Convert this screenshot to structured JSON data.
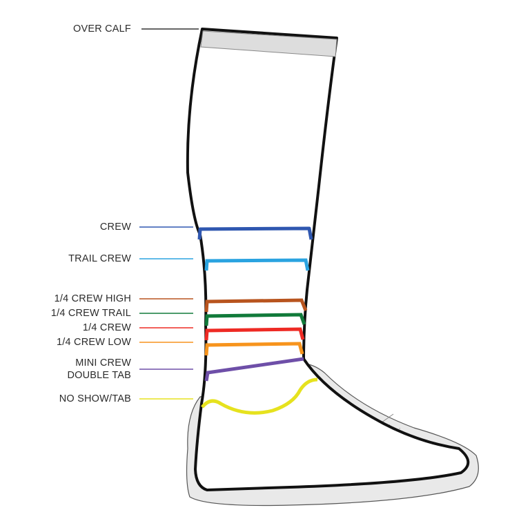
{
  "diagram": {
    "labels": [
      {
        "id": "over-calf",
        "lines": [
          "OVER CALF"
        ],
        "color": "#333333"
      },
      {
        "id": "crew",
        "lines": [
          "CREW"
        ],
        "color": "#2f57b0"
      },
      {
        "id": "trail-crew",
        "lines": [
          "TRAIL CREW"
        ],
        "color": "#2aa3e0"
      },
      {
        "id": "quarter-crew-high",
        "lines": [
          "1/4 CREW HIGH"
        ],
        "color": "#b8541e"
      },
      {
        "id": "quarter-crew-trail",
        "lines": [
          "1/4 CREW TRAIL"
        ],
        "color": "#117a3a"
      },
      {
        "id": "quarter-crew",
        "lines": [
          "1/4 CREW"
        ],
        "color": "#ee2a24"
      },
      {
        "id": "quarter-crew-low",
        "lines": [
          "1/4 CREW LOW"
        ],
        "color": "#f7941d"
      },
      {
        "id": "mini-crew-double-tab",
        "lines": [
          "MINI CREW",
          "DOUBLE TAB"
        ],
        "color": "#6e4fa8"
      },
      {
        "id": "no-show-tab",
        "lines": [
          "NO SHOW/TAB"
        ],
        "color": "#e6e21e"
      }
    ]
  }
}
